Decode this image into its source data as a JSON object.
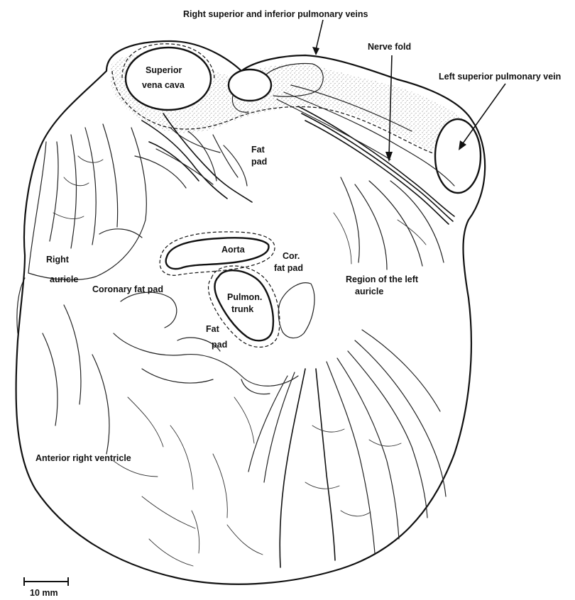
{
  "labels": {
    "right_pulmonary_veins": "Right superior and inferior pulmonary veins",
    "nerve_fold": "Nerve fold",
    "left_superior_pulmonary_vein": "Left superior pulmonary vein",
    "superior_vena_cava_line1": "Superior",
    "superior_vena_cava_line2": "vena cava",
    "fat_pad_top_line1": "Fat",
    "fat_pad_top_line2": "pad",
    "right_auricle_line1": "Right",
    "right_auricle_line2": "auricle",
    "aorta": "Aorta",
    "cor_fat_pad_line1": "Cor.",
    "cor_fat_pad_line2": "fat pad",
    "coronary_fat_pad": "Coronary fat pad",
    "pulmon_trunk_line1": "Pulmon.",
    "pulmon_trunk_line2": "trunk",
    "left_auricle_line1": "Region of the left",
    "left_auricle_line2": "auricle",
    "fat_pad_center_line1": "Fat",
    "fat_pad_center_line2": "pad",
    "anterior_right_ventricle": "Anterior right ventricle",
    "scale_bar": "10 mm"
  },
  "colors": {
    "ink": "#111111",
    "background": "#ffffff",
    "stipple": "#555555"
  }
}
